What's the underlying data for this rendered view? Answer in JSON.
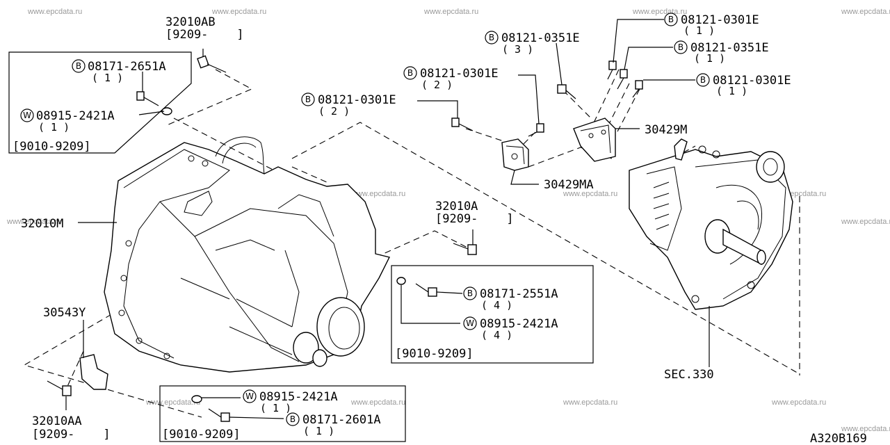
{
  "watermark": "www.epcdata.ru",
  "diagram_code": "A320B169",
  "labels": {
    "p32010ab": "32010AB",
    "p32010ab_range": "[9209-    ]",
    "p32010a": "32010A",
    "p32010a_range": "[9209-    ]",
    "p32010aa": "32010AA",
    "p32010aa_range": "[9209-    ]",
    "p32010m": "32010M",
    "p30543y": "30543Y",
    "p30429m": "30429M",
    "p30429ma": "30429MA",
    "sec330": "SEC.330"
  },
  "boxes": {
    "top_left": {
      "bolt": {
        "marker": "B",
        "part": "08171-2651A",
        "qty": "( 1 )"
      },
      "washer": {
        "marker": "W",
        "part": "08915-2421A",
        "qty": "( 1 )"
      },
      "range": "[9010-9209]"
    },
    "mid_right": {
      "bolt": {
        "marker": "B",
        "part": "08171-2551A",
        "qty": "( 4 )"
      },
      "washer": {
        "marker": "W",
        "part": "08915-2421A",
        "qty": "( 4 )"
      },
      "range": "[9010-9209]"
    },
    "bottom": {
      "washer": {
        "marker": "W",
        "part": "08915-2421A",
        "qty": "( 1 )"
      },
      "bolt": {
        "marker": "B",
        "part": "08171-2601A",
        "qty": "( 1 )"
      },
      "range": "[9010-9209]"
    }
  },
  "mount_bolts": [
    {
      "marker": "B",
      "part": "08121-0301E",
      "qty": "( 2 )"
    },
    {
      "marker": "B",
      "part": "08121-0301E",
      "qty": "( 2 )"
    },
    {
      "marker": "B",
      "part": "08121-0351E",
      "qty": "( 3 )"
    },
    {
      "marker": "B",
      "part": "08121-0301E",
      "qty": "( 1 )"
    },
    {
      "marker": "B",
      "part": "08121-0351E",
      "qty": "( 1 )"
    },
    {
      "marker": "B",
      "part": "08121-0301E",
      "qty": "( 1 )"
    }
  ]
}
